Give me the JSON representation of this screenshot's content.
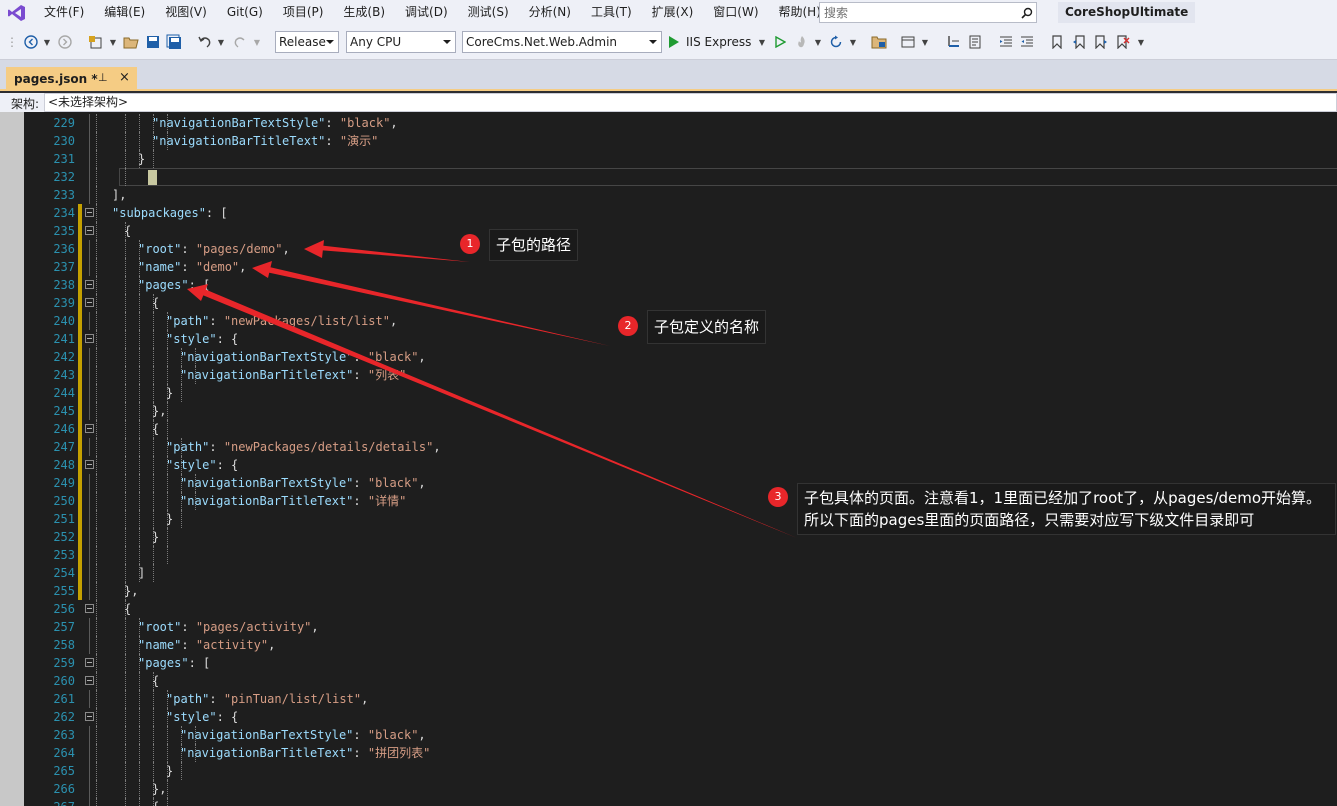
{
  "menu": {
    "items": [
      "文件(F)",
      "编辑(E)",
      "视图(V)",
      "Git(G)",
      "项目(P)",
      "生成(B)",
      "调试(D)",
      "测试(S)",
      "分析(N)",
      "工具(T)",
      "扩展(X)",
      "窗口(W)",
      "帮助(H)"
    ],
    "search_placeholder": "搜索",
    "solution_name": "CoreShopUltimate"
  },
  "toolbar": {
    "configuration": "Release",
    "platform": "Any CPU",
    "startup_project": "CoreCms.Net.Web.Admin",
    "run_label": "IIS Express"
  },
  "tab": {
    "title": "pages.json *",
    "pin": "⊥",
    "close": "×"
  },
  "navbar": {
    "label": "架构:",
    "value": "<未选择架构>"
  },
  "editor": {
    "lines": [
      {
        "n": "229",
        "segs": [
          [
            "k",
            "\"navigationBarTextStyle\""
          ],
          [
            "p",
            ": "
          ],
          [
            "s",
            "\"black\""
          ],
          [
            "p",
            ","
          ]
        ]
      },
      {
        "n": "230",
        "segs": [
          [
            "k",
            "\"navigationBarTitleText\""
          ],
          [
            "p",
            ": "
          ],
          [
            "s",
            "\"演示\""
          ]
        ]
      },
      {
        "n": "231",
        "segs": [
          [
            "p",
            "}"
          ]
        ]
      },
      {
        "n": "232",
        "segs": []
      },
      {
        "n": "233",
        "segs": [
          [
            "p",
            "],"
          ]
        ]
      },
      {
        "n": "234",
        "segs": [
          [
            "k",
            "\"subpackages\""
          ],
          [
            "p",
            ": ["
          ]
        ]
      },
      {
        "n": "235",
        "segs": [
          [
            "p",
            "{"
          ]
        ]
      },
      {
        "n": "236",
        "segs": [
          [
            "k",
            "\"root\""
          ],
          [
            "p",
            ": "
          ],
          [
            "s",
            "\"pages/demo\""
          ],
          [
            "p",
            ","
          ]
        ]
      },
      {
        "n": "237",
        "segs": [
          [
            "k",
            "\"name\""
          ],
          [
            "p",
            ": "
          ],
          [
            "s",
            "\"demo\""
          ],
          [
            "p",
            ","
          ]
        ]
      },
      {
        "n": "238",
        "segs": [
          [
            "k",
            "\"pages\""
          ],
          [
            "p",
            ": ["
          ]
        ]
      },
      {
        "n": "239",
        "segs": [
          [
            "p",
            "{"
          ]
        ]
      },
      {
        "n": "240",
        "segs": [
          [
            "k",
            "\"path\""
          ],
          [
            "p",
            ": "
          ],
          [
            "s",
            "\"newPackages/list/list\""
          ],
          [
            "p",
            ","
          ]
        ]
      },
      {
        "n": "241",
        "segs": [
          [
            "k",
            "\"style\""
          ],
          [
            "p",
            ": {"
          ]
        ]
      },
      {
        "n": "242",
        "segs": [
          [
            "k",
            "\"navigationBarTextStyle\""
          ],
          [
            "p",
            ": "
          ],
          [
            "s",
            "\"black\""
          ],
          [
            "p",
            ","
          ]
        ]
      },
      {
        "n": "243",
        "segs": [
          [
            "k",
            "\"navigationBarTitleText\""
          ],
          [
            "p",
            ": "
          ],
          [
            "s",
            "\"列表\""
          ]
        ]
      },
      {
        "n": "244",
        "segs": [
          [
            "p",
            "}"
          ]
        ]
      },
      {
        "n": "245",
        "segs": [
          [
            "p",
            "},"
          ]
        ]
      },
      {
        "n": "246",
        "segs": [
          [
            "p",
            "{"
          ]
        ]
      },
      {
        "n": "247",
        "segs": [
          [
            "k",
            "\"path\""
          ],
          [
            "p",
            ": "
          ],
          [
            "s",
            "\"newPackages/details/details\""
          ],
          [
            "p",
            ","
          ]
        ]
      },
      {
        "n": "248",
        "segs": [
          [
            "k",
            "\"style\""
          ],
          [
            "p",
            ": {"
          ]
        ]
      },
      {
        "n": "249",
        "segs": [
          [
            "k",
            "\"navigationBarTextStyle\""
          ],
          [
            "p",
            ": "
          ],
          [
            "s",
            "\"black\""
          ],
          [
            "p",
            ","
          ]
        ]
      },
      {
        "n": "250",
        "segs": [
          [
            "k",
            "\"navigationBarTitleText\""
          ],
          [
            "p",
            ": "
          ],
          [
            "s",
            "\"详情\""
          ]
        ]
      },
      {
        "n": "251",
        "segs": [
          [
            "p",
            "}"
          ]
        ]
      },
      {
        "n": "252",
        "segs": [
          [
            "p",
            "}"
          ]
        ]
      },
      {
        "n": "253",
        "segs": []
      },
      {
        "n": "254",
        "segs": [
          [
            "p",
            "]"
          ]
        ]
      },
      {
        "n": "255",
        "segs": [
          [
            "p",
            "},"
          ]
        ]
      },
      {
        "n": "256",
        "segs": [
          [
            "p",
            "{"
          ]
        ]
      },
      {
        "n": "257",
        "segs": [
          [
            "k",
            "\"root\""
          ],
          [
            "p",
            ": "
          ],
          [
            "s",
            "\"pages/activity\""
          ],
          [
            "p",
            ","
          ]
        ]
      },
      {
        "n": "258",
        "segs": [
          [
            "k",
            "\"name\""
          ],
          [
            "p",
            ": "
          ],
          [
            "s",
            "\"activity\""
          ],
          [
            "p",
            ","
          ]
        ]
      },
      {
        "n": "259",
        "segs": [
          [
            "k",
            "\"pages\""
          ],
          [
            "p",
            ": ["
          ]
        ]
      },
      {
        "n": "260",
        "segs": [
          [
            "p",
            "{"
          ]
        ]
      },
      {
        "n": "261",
        "segs": [
          [
            "k",
            "\"path\""
          ],
          [
            "p",
            ": "
          ],
          [
            "s",
            "\"pinTuan/list/list\""
          ],
          [
            "p",
            ","
          ]
        ]
      },
      {
        "n": "262",
        "segs": [
          [
            "k",
            "\"style\""
          ],
          [
            "p",
            ": {"
          ]
        ]
      },
      {
        "n": "263",
        "segs": [
          [
            "k",
            "\"navigationBarTextStyle\""
          ],
          [
            "p",
            ": "
          ],
          [
            "s",
            "\"black\""
          ],
          [
            "p",
            ","
          ]
        ]
      },
      {
        "n": "264",
        "segs": [
          [
            "k",
            "\"navigationBarTitleText\""
          ],
          [
            "p",
            ": "
          ],
          [
            "s",
            "\"拼团列表\""
          ]
        ]
      },
      {
        "n": "265",
        "segs": [
          [
            "p",
            "}"
          ]
        ]
      },
      {
        "n": "266",
        "segs": [
          [
            "p",
            "},"
          ]
        ]
      },
      {
        "n": "267",
        "segs": [
          [
            "p",
            "{"
          ]
        ]
      }
    ]
  },
  "annotations": [
    {
      "num": "1",
      "text": "子包的路径"
    },
    {
      "num": "2",
      "text": "子包定义的名称"
    },
    {
      "num": "3",
      "text": "子包具体的页面。注意看1，1里面已经加了root了，从pages/demo开始算。所以下面的pages里面的页面路径，只需要对应写下级文件目录即可"
    }
  ],
  "colors": {
    "annotation_red": "#e8262a",
    "tab_active": "#f5cc84",
    "json_key": "#9cdcfe",
    "json_string": "#d69d85"
  }
}
